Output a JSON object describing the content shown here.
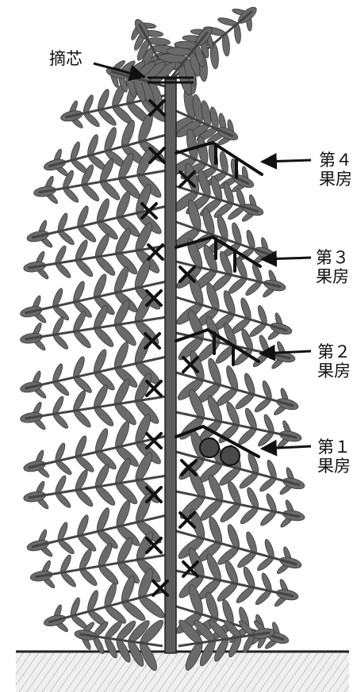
{
  "colors": {
    "foliage": "#6a6a6a",
    "stem": "#5a5a5a",
    "ink": "#111111",
    "fruit": "#4a4a4a",
    "soil": "#e6e6e6"
  },
  "labels": {
    "topping": "摘芯",
    "truss4": {
      "line1": "第４",
      "line2": "果房"
    },
    "truss3": {
      "line1": "第３",
      "line2": "果房"
    },
    "truss2": {
      "line1": "第２",
      "line2": "果房"
    },
    "truss1": {
      "line1": "第１",
      "line2": "果房"
    }
  },
  "icons": {
    "cut": "x-mark-icon",
    "pointer": "arrow-icon"
  }
}
